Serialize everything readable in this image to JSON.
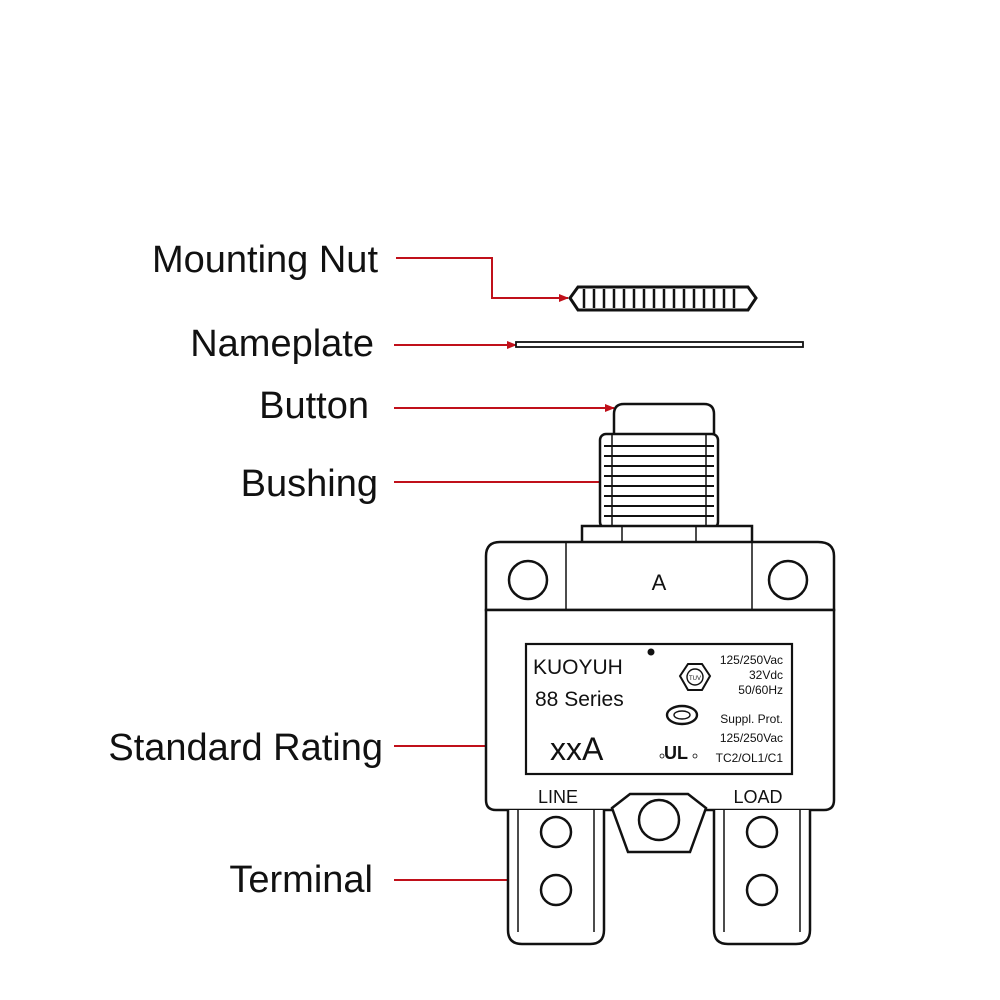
{
  "callouts": [
    {
      "id": "mounting-nut",
      "label": "Mounting Nut"
    },
    {
      "id": "nameplate",
      "label": "Nameplate"
    },
    {
      "id": "button",
      "label": "Button"
    },
    {
      "id": "bushing",
      "label": "Bushing"
    },
    {
      "id": "standard-rating",
      "label": "Standard Rating"
    },
    {
      "id": "terminal",
      "label": "Terminal"
    }
  ],
  "housing": {
    "top_mark": "A"
  },
  "nameplate_text": {
    "brand": "KUOYUH",
    "series": "88 Series",
    "rating": "xxA",
    "spec_line_1": "125/250Vac",
    "spec_line_2": "32Vdc",
    "spec_line_3": "50/60Hz",
    "supp_prot": "Suppl. Prot.",
    "spec_line_4": "125/250Vac",
    "spec_line_5": "TC2/OL1/C1",
    "cert_mark": "TUV",
    "ul_mark": "UL"
  },
  "terminals": {
    "line": "LINE",
    "load": "LOAD"
  },
  "colors": {
    "callout_line": "#c0101a",
    "ink": "#111111",
    "background": "#ffffff"
  }
}
